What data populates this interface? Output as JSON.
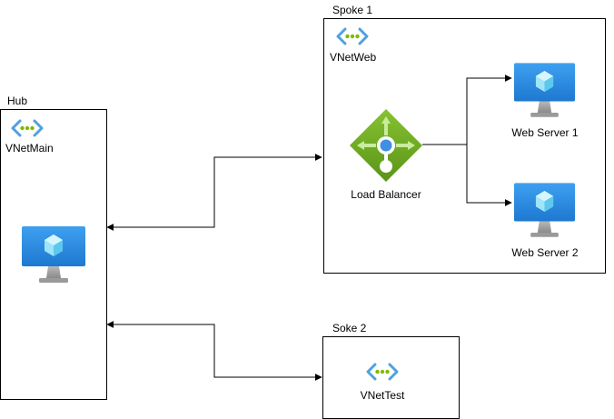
{
  "hub": {
    "title": "Hub",
    "vnet_label": "VNetMain"
  },
  "spoke1": {
    "title": "Spoke 1",
    "vnet_label": "VNetWeb",
    "load_balancer_label": "Load Balancer",
    "server1_label": "Web Server 1",
    "server2_label": "Web Server 2"
  },
  "spoke2": {
    "title": "Soke 2",
    "vnet_label": "VNetTest"
  },
  "icons": {
    "vnet": "vnet-icon",
    "vm": "virtual-machine-icon",
    "load_balancer": "load-balancer-icon"
  },
  "colors": {
    "vnet_chevron": "#50a0e0",
    "vnet_dot": "#7fba00",
    "vm_screen": "#2d8fe6",
    "lb_green": "#6aa22a"
  }
}
